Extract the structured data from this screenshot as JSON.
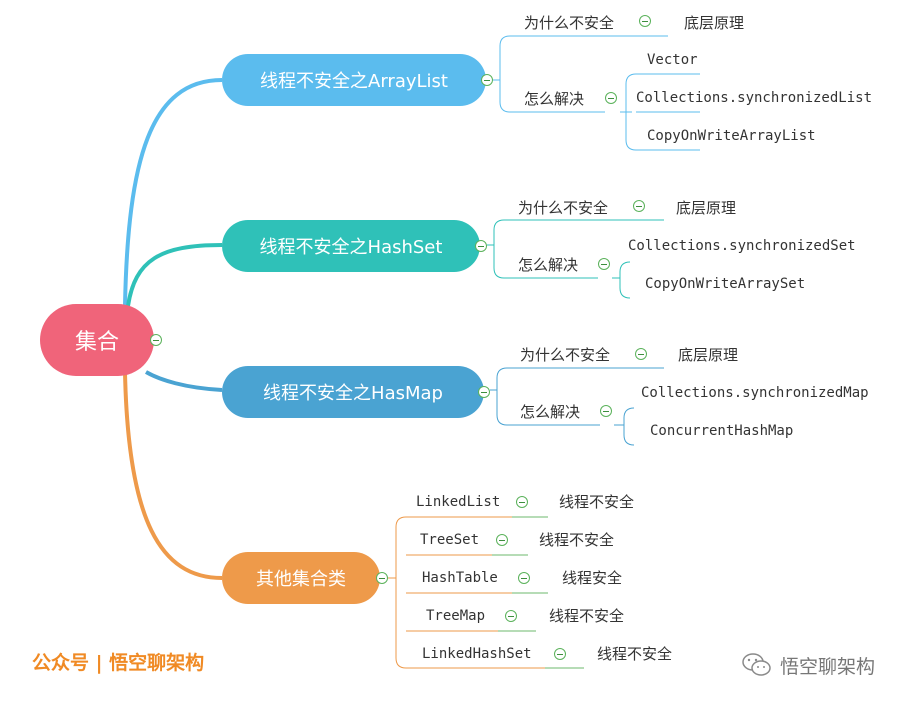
{
  "root": {
    "label": "集合",
    "color": "#f0647a"
  },
  "branches": [
    {
      "label": "线程不安全之ArrayList",
      "color": "#5bbcee",
      "why": {
        "label": "为什么不安全",
        "child": "底层原理"
      },
      "how": {
        "label": "怎么解决",
        "items": [
          "Vector",
          "Collections.synchronizedList",
          "CopyOnWriteArrayList"
        ]
      }
    },
    {
      "label": "线程不安全之HashSet",
      "color": "#2fc1b8",
      "why": {
        "label": "为什么不安全",
        "child": "底层原理"
      },
      "how": {
        "label": "怎么解决",
        "items": [
          "Collections.synchronizedSet",
          "CopyOnWriteArraySet"
        ]
      }
    },
    {
      "label": "线程不安全之HasMap",
      "color": "#4aa3d2",
      "why": {
        "label": "为什么不安全",
        "child": "底层原理"
      },
      "how": {
        "label": "怎么解决",
        "items": [
          "Collections.synchronizedMap",
          "ConcurrentHashMap"
        ]
      }
    },
    {
      "label": "其他集合类",
      "color": "#ee9a4a",
      "items": [
        {
          "name": "LinkedList",
          "note": "线程不安全"
        },
        {
          "name": "TreeSet",
          "note": "线程不安全"
        },
        {
          "name": "HashTable",
          "note": "线程安全"
        },
        {
          "name": "TreeMap",
          "note": "线程不安全"
        },
        {
          "name": "LinkedHashSet",
          "note": "线程不安全"
        }
      ]
    }
  ],
  "watermark_left": "公众号 | 悟空聊架构",
  "watermark_right": "悟空聊架构",
  "icon": "wechat-icon"
}
